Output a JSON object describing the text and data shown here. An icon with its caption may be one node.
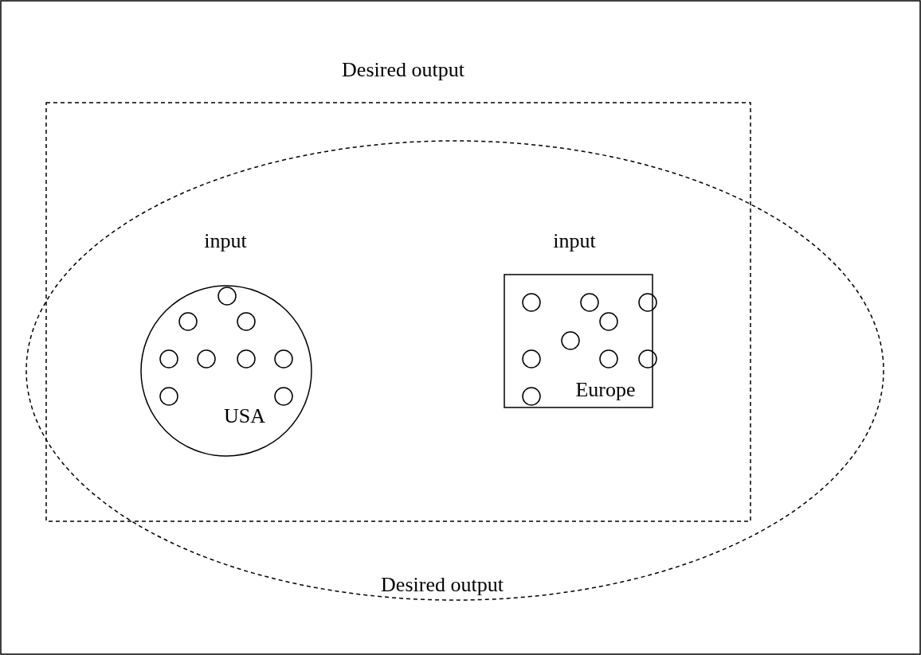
{
  "diagram": {
    "nodes": [
      {
        "text": [
          "Desired output"
        ]
      },
      {
        "text": [
          "Desired output"
        ]
      },
      {
        "text": [
          "input"
        ],
        "in": 0
      },
      {
        "text": [
          "USA"
        ],
        "in": 0
      },
      {
        "text": [],
        "shape": "circle",
        "in": 3
      },
      {
        "text": [],
        "shape": "circle",
        "in": 3
      },
      {
        "text": [],
        "shape": "circle",
        "in": 3
      },
      {
        "text": [],
        "shape": "circle",
        "in": 3
      },
      {
        "text": [],
        "shape": "circle",
        "in": 3
      },
      {
        "text": [],
        "shape": "circle",
        "in": 3
      },
      {
        "text": [],
        "shape": "circle",
        "in": 3
      },
      {
        "text": [],
        "shape": "circle",
        "in": 3
      },
      {
        "text": [],
        "shape": "circle",
        "in": 3
      },
      {
        "text": [
          "input"
        ],
        "in": 0
      },
      {
        "text": [
          "Europe"
        ],
        "in": 0
      },
      {
        "text": [],
        "shape": "circle",
        "in": 14
      },
      {
        "text": [],
        "shape": "circle",
        "in": 14
      },
      {
        "text": [],
        "shape": "circle",
        "in": 14
      },
      {
        "text": [],
        "shape": "circle",
        "in": 14
      },
      {
        "text": [],
        "shape": "circle",
        "in": 14
      },
      {
        "text": [],
        "shape": "circle",
        "in": 14
      },
      {
        "text": [],
        "shape": "circle",
        "in": 14
      },
      {
        "text": [],
        "shape": "circle",
        "in": 14
      },
      {
        "text": [],
        "shape": "circle",
        "in": 14
      }
    ]
  }
}
